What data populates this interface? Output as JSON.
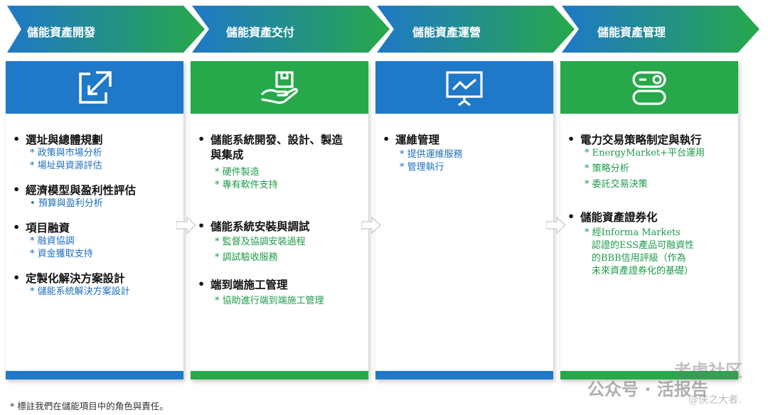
{
  "colors": {
    "blue": "#1f78c8",
    "green": "#27a84a",
    "sub_blue": "#1e6fba",
    "sub_green": "#1e9a4a"
  },
  "stages": [
    {
      "label": "儲能資產開發",
      "icon": "external-link-icon",
      "items": [
        {
          "title": "選址與總體規劃",
          "subs": [
            "* 政策與市場分析",
            "* 場址與資源評估"
          ]
        },
        {
          "title": "經濟模型與盈利性評估",
          "subs": [
            "• 預算與盈利分析"
          ]
        },
        {
          "title": "項目融資",
          "subs": [
            "* 融資協調",
            "* 資金獲取支持"
          ]
        },
        {
          "title": "定製化解決方案設計",
          "subs": [
            "* 儲能系統解決方案設計"
          ]
        }
      ]
    },
    {
      "label": "儲能資產交付",
      "icon": "hand-box-icon",
      "items": [
        {
          "title": "儲能系統開發、設計、製造與集成",
          "subs": [
            "* 硬件製造",
            "* 專有軟件支持"
          ]
        },
        {
          "title": "儲能系統安裝與調試",
          "subs": [
            "* 監督及協調安裝過程",
            "* 調試驗收服務"
          ]
        },
        {
          "title": "端到端施工管理",
          "subs": [
            "* 協助進行端到端施工管理"
          ]
        }
      ]
    },
    {
      "label": "儲能資產運營",
      "icon": "presentation-board-icon",
      "items": [
        {
          "title": "運維管理",
          "subs": [
            "* 提供運維服務",
            "* 管理執行"
          ]
        }
      ]
    },
    {
      "label": "儲能資產管理",
      "icon": "server-toggle-icon",
      "items": [
        {
          "title": "電力交易策略制定與執行",
          "subs": [
            "* EnergyMarket+平台運用",
            "* 策略分析",
            "* 委託交易決策"
          ]
        },
        {
          "title": "儲能資產證券化",
          "subs": [
            "* 經Informa Markets",
            "認證的ESS產品可融資性",
            "的BBB信用評級（作為",
            "未來資產證券化的基礎）"
          ]
        }
      ]
    }
  ],
  "footnote": "* 標註我們在儲能項目中的角色與責任。",
  "watermark": {
    "main": "老虎社区",
    "account": "公众号 · 活报告",
    "handle": "@侠之大者."
  }
}
